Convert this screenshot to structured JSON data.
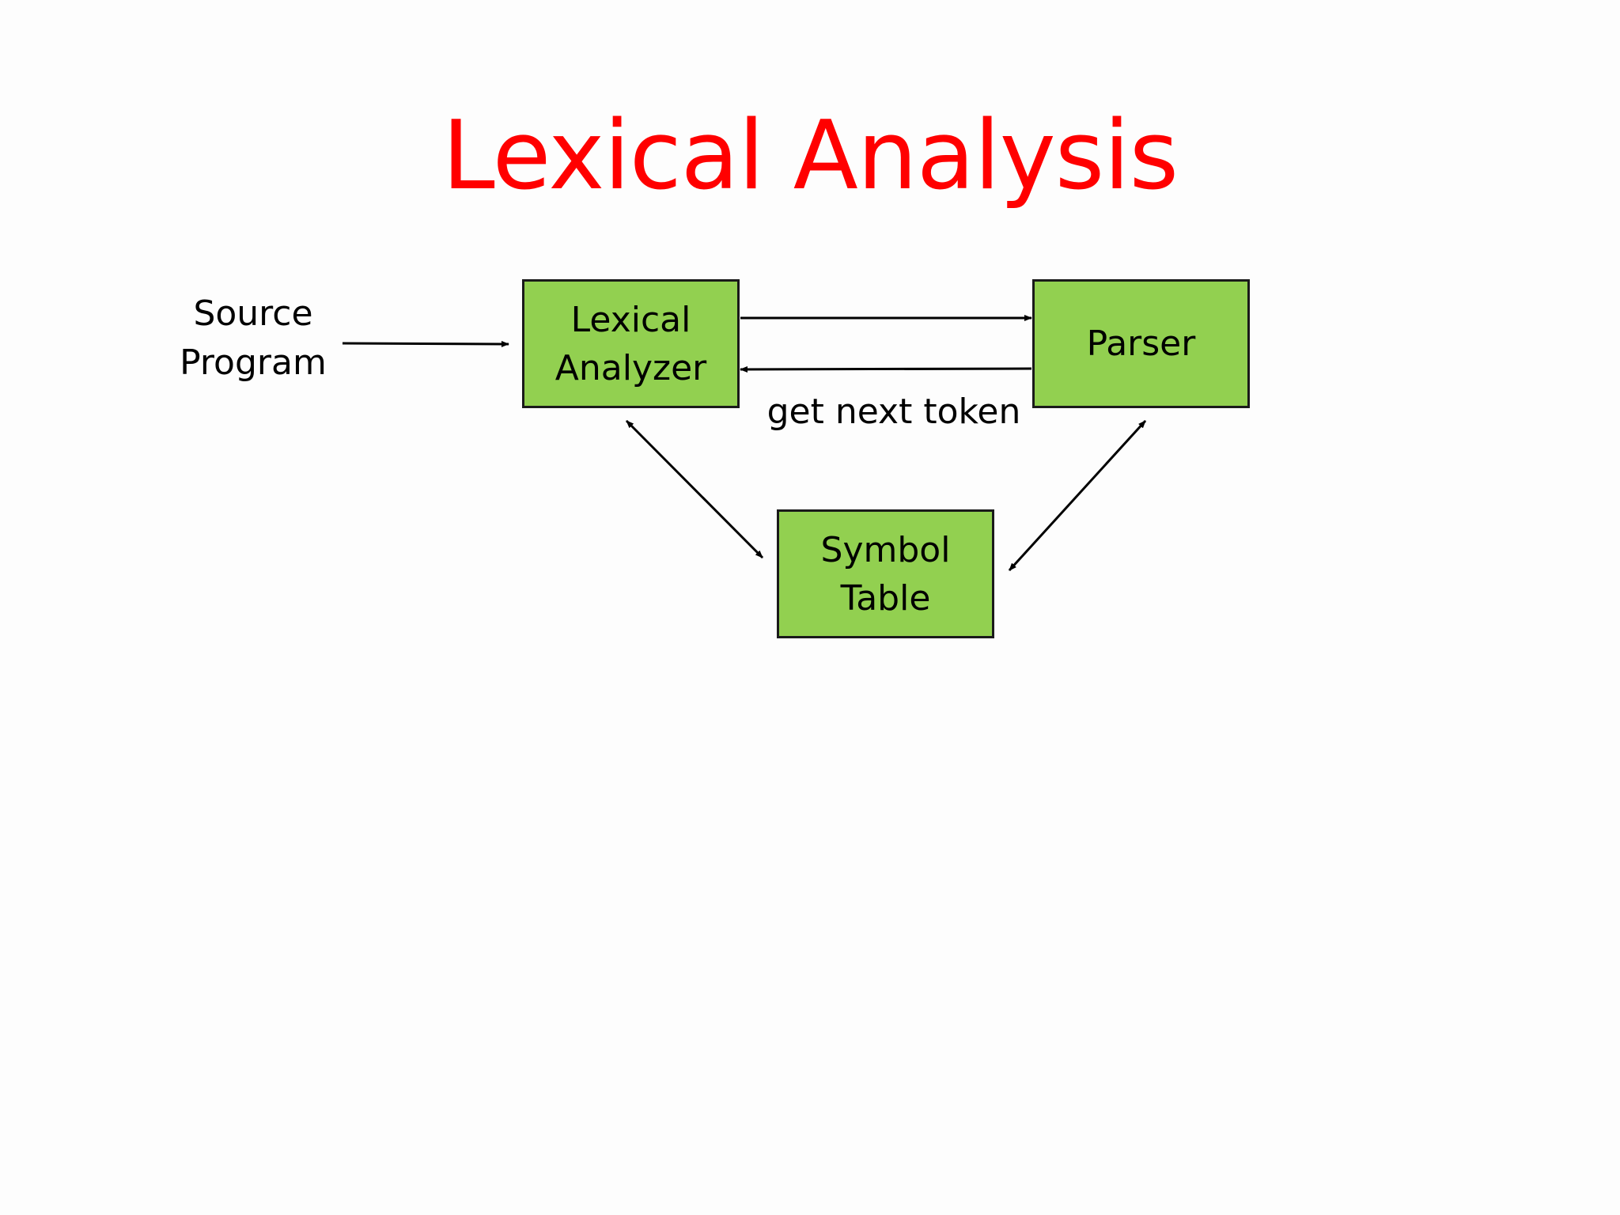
{
  "title": "Lexical Analysis",
  "colors": {
    "title": "#ff0000",
    "box_fill": "#92d050",
    "box_border": "#1a1a1a",
    "edge": "#000000"
  },
  "input_label": [
    "Source",
    "Program"
  ],
  "nodes": {
    "lexical_analyzer": [
      "Lexical",
      "Analyzer"
    ],
    "parser": [
      "Parser"
    ],
    "symbol_table": [
      "Symbol",
      "Table"
    ]
  },
  "edge_label": "get next token",
  "edges": [
    {
      "from": "source_program",
      "to": "lexical_analyzer",
      "direction": "forward"
    },
    {
      "from": "lexical_analyzer",
      "to": "parser",
      "direction": "forward"
    },
    {
      "from": "parser",
      "to": "lexical_analyzer",
      "direction": "forward"
    },
    {
      "from": "lexical_analyzer",
      "to": "symbol_table",
      "direction": "both"
    },
    {
      "from": "parser",
      "to": "symbol_table",
      "direction": "both"
    }
  ]
}
